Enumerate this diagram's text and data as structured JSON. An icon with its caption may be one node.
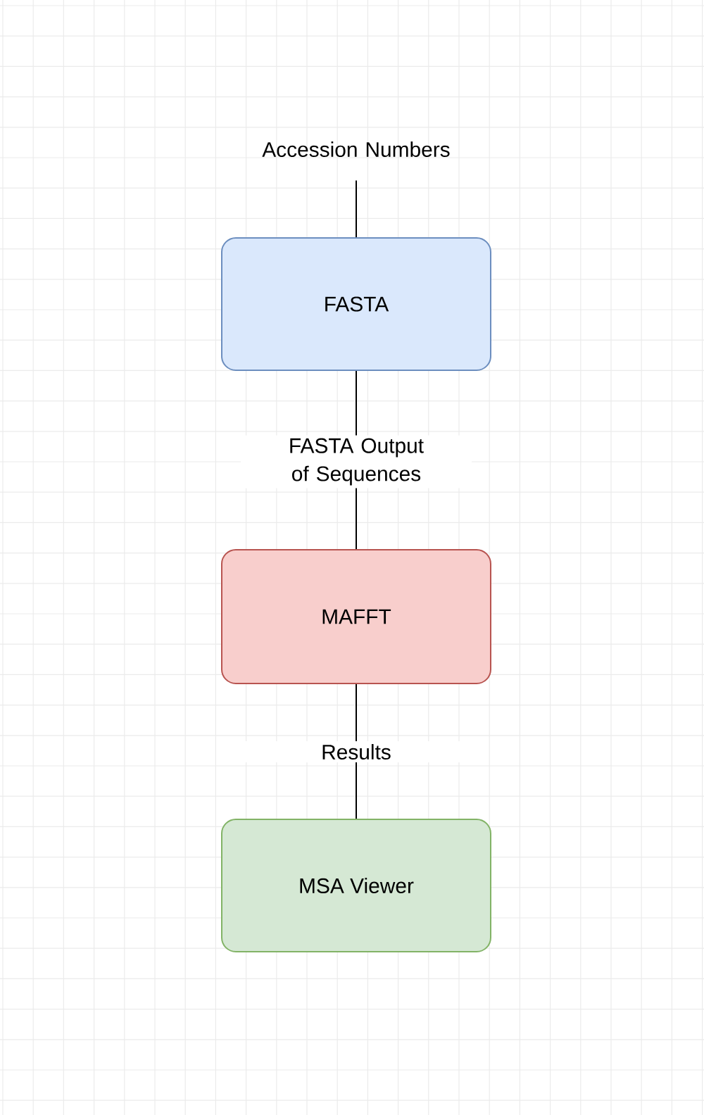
{
  "diagram": {
    "nodes": [
      {
        "text": [
          "Accession Numbers"
        ]
      },
      {
        "text": [
          "FASTA"
        ]
      },
      {
        "text": [
          "MAFFT"
        ]
      },
      {
        "text": [
          "MSA Viewer"
        ]
      }
    ],
    "edges": [
      {
        "from": 0,
        "to": 1,
        "arrow": "none"
      },
      {
        "from": 1,
        "to": 2,
        "arrow": "none",
        "label": "FASTA Output of Sequences"
      },
      {
        "from": 2,
        "to": 3,
        "arrow": "none",
        "label": "Results"
      }
    ]
  }
}
